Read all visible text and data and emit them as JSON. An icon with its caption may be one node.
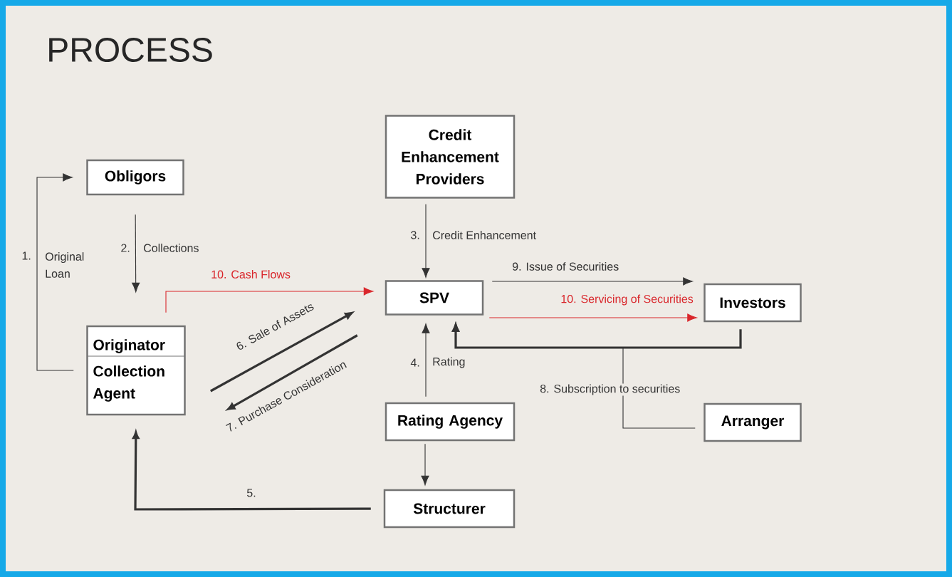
{
  "diagram": {
    "title": "PROCESS",
    "nodes": [
      {
        "text": [
          "Obligors"
        ]
      },
      {
        "text": [
          "Originator",
          "Collection Agent"
        ]
      },
      {
        "text": [
          "Credit Enhancement Providers"
        ]
      },
      {
        "text": [
          "SPV"
        ]
      },
      {
        "text": [
          "Investors"
        ]
      },
      {
        "text": [
          "Rating Agency"
        ]
      },
      {
        "text": [
          "Arranger"
        ]
      },
      {
        "text": [
          "Structurer"
        ]
      }
    ],
    "edges": [
      {
        "from": 1,
        "to": 0,
        "arrow": "to",
        "label": "Original Loan"
      },
      {
        "from": 0,
        "to": 1,
        "arrow": "to",
        "label": "Collections"
      },
      {
        "from": 2,
        "to": 3,
        "arrow": "to",
        "label": "Credit Enhancement"
      },
      {
        "from": 1,
        "to": 3,
        "arrow": "to",
        "label": "10. Cash Flows",
        "color": "#d9262b"
      },
      {
        "from": 3,
        "to": 4,
        "arrow": "to",
        "label": "9. Issue of Securities"
      },
      {
        "from": 3,
        "to": 4,
        "arrow": "to",
        "label": "10. Servicing of Securities",
        "color": "#d9262b"
      },
      {
        "from": 1,
        "to": 3,
        "arrow": "to",
        "label": "6. Sale of Assets",
        "style": "thick"
      },
      {
        "from": 3,
        "to": 1,
        "arrow": "to",
        "label": "7. Purchase Consideration",
        "style": "thick"
      },
      {
        "from": 5,
        "to": 3,
        "arrow": "to",
        "label": "Rating"
      },
      {
        "from": 4,
        "to": 3,
        "arrow": "to",
        "style": "thick"
      },
      {
        "from": 6,
        "to": 3,
        "arrow": "to",
        "label": "8. Subscription to securities"
      },
      {
        "from": 5,
        "to": 7,
        "arrow": "to"
      },
      {
        "from": 7,
        "to": 1,
        "arrow": "to",
        "label": "5.",
        "style": "thick"
      }
    ],
    "labels": [
      "1.",
      "2.",
      "3.",
      "4."
    ]
  }
}
